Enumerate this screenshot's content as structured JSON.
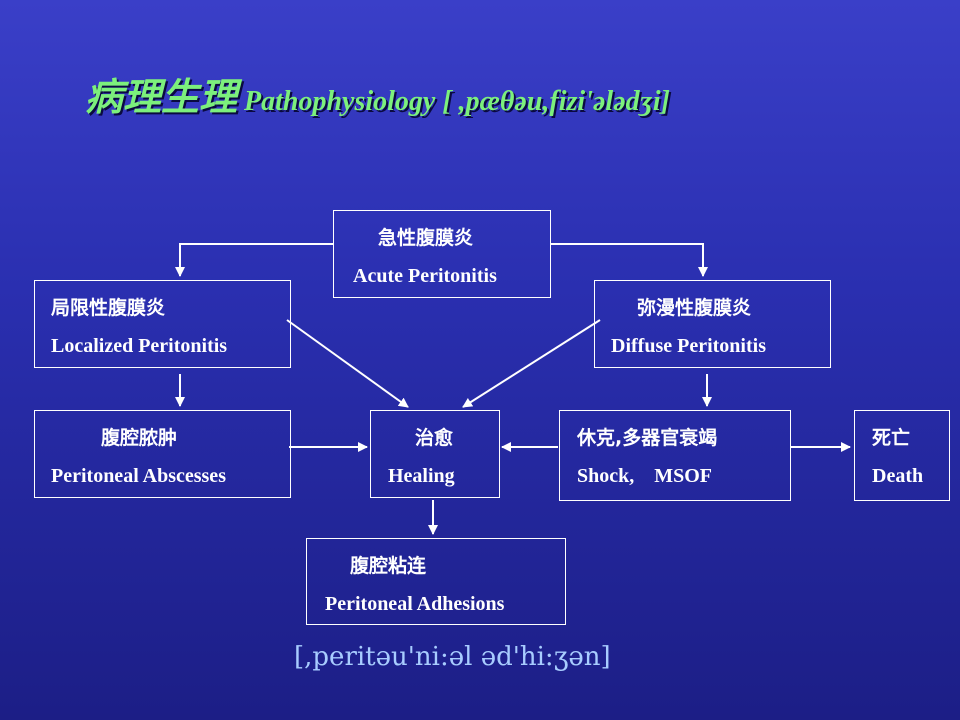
{
  "title": {
    "zh": "病理生理",
    "en": " Pathophysiology [ ,pæθəu,fizi'ələdʒi]"
  },
  "nodes": {
    "acute": {
      "zh": "急性腹膜炎",
      "en": "Acute Peritonitis"
    },
    "localized": {
      "zh": "局限性腹膜炎",
      "en": "Localized Peritonitis"
    },
    "diffuse": {
      "zh": "弥漫性腹膜炎",
      "en": "Diffuse Peritonitis"
    },
    "abscess": {
      "zh": "腹腔脓肿",
      "en": "Peritoneal Abscesses"
    },
    "healing": {
      "zh": "治愈",
      "en": "Healing"
    },
    "shock": {
      "zh": "休克,多器官衰竭",
      "en": "Shock,    MSOF"
    },
    "death": {
      "zh": "死亡",
      "en": "Death"
    },
    "adhesion": {
      "zh": "腹腔粘连",
      "en": "Peritoneal Adhesions"
    }
  },
  "ipa_note": "[,peritəu'ni:əl əd'hi:ʒən]",
  "colors": {
    "background_top": "#3a3fc8",
    "background_bottom": "#1c1e86",
    "title": "#7cf07c",
    "ipa": "#a8ccff",
    "lines": "#ffffff"
  }
}
